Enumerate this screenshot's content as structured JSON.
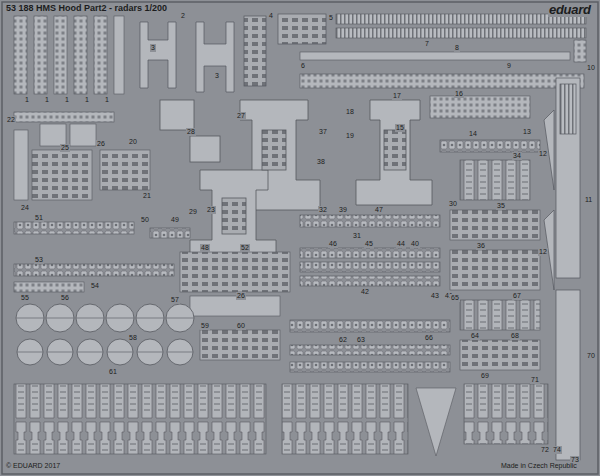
{
  "diagram": {
    "title": "53 188  HMS Hood Part2 - radars  1/200",
    "labels": [
      "eduard",
      "1",
      "1",
      "1",
      "1",
      "1",
      "2",
      "3",
      "3",
      "4",
      "5",
      "6",
      "7",
      "8",
      "9",
      "10",
      "11",
      "12",
      "12",
      "13",
      "14",
      "15",
      "16",
      "17",
      "18",
      "19",
      "20",
      "21",
      "22",
      "23",
      "24",
      "25",
      "26",
      "26",
      "27",
      "28",
      "29",
      "30",
      "31",
      "32",
      "34",
      "35",
      "36",
      "37",
      "38",
      "39",
      "40",
      "41",
      "42",
      "43",
      "44",
      "45",
      "46",
      "47",
      "48",
      "49",
      "50",
      "51",
      "52",
      "53",
      "54",
      "55",
      "56",
      "57",
      "58",
      "59",
      "60",
      "61",
      "62",
      "63",
      "64",
      "65",
      "66",
      "67",
      "68",
      "69",
      "70",
      "71",
      "72",
      "73",
      "74",
      "© EDUARD 2017",
      "Made in Czech Republic"
    ]
  }
}
